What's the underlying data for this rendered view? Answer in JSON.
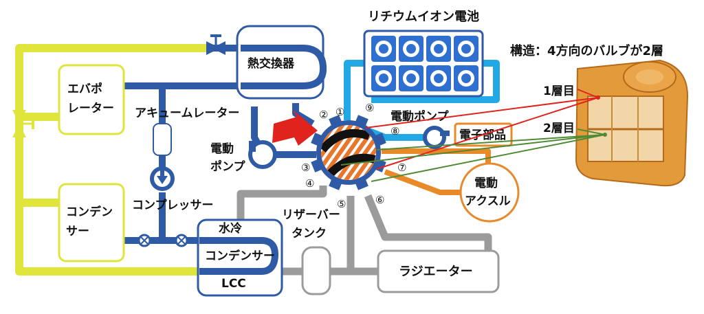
{
  "labels": {
    "battery": "リチウムイオン電池",
    "structure": "構造：4方向のバルブが2層",
    "layer1": "1層目",
    "layer2": "2層目",
    "heat_exchanger": "熱交換器",
    "evaporator_l1": "エバポ",
    "evaporator_l2": "レーター",
    "accumulator": "アキュームレーター",
    "electric_pump_left_l1": "電動",
    "electric_pump_left_l2": "ポンプ",
    "electric_pump_right": "電動ポンプ",
    "electronic_parts": "電子部品",
    "e_axle_l1": "電動",
    "e_axle_l2": "アクスル",
    "condenser_l1": "コンデン",
    "condenser_l2": "サー",
    "compressor": "コンプレッサー",
    "water_cooled": "水冷",
    "water_condenser": "コンデンサー",
    "lcc": "LCC",
    "reservoir_l1": "リザーバー",
    "reservoir_l2": "タンク",
    "radiator": "ラジエーター"
  },
  "ports": [
    "①",
    "②",
    "③",
    "④",
    "⑤",
    "⑥",
    "⑦",
    "⑧",
    "⑨"
  ],
  "colors": {
    "refrigerant_line": "#dfe53a",
    "coolant_blue": "#2e5aa6",
    "battery_line": "#23a8e6",
    "radiator_line": "#9b9b9b",
    "e_axle_line": "#e8892a",
    "valve_orange": "#e8772e",
    "callout_red": "#e0231c",
    "callout_green": "#4f8a34",
    "battery_cell": "#2e6fd0"
  },
  "icons": {
    "valve": "four-way-valve-icon",
    "pump": "pump-icon",
    "expansion_valve": "expansion-valve-icon",
    "arrow": "red-arrow-icon"
  }
}
